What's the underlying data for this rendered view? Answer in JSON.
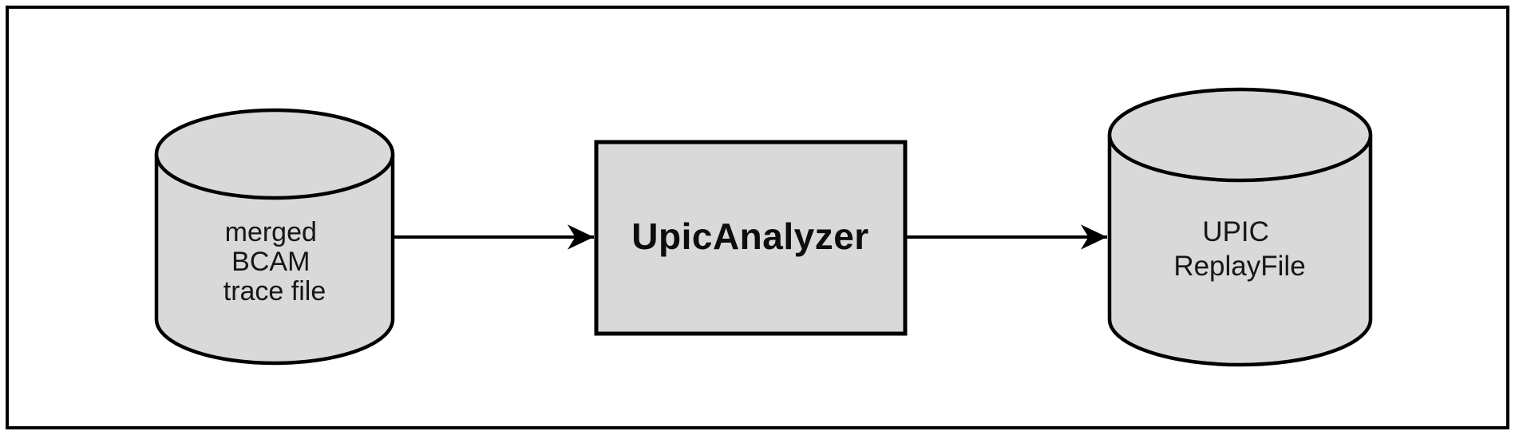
{
  "diagram": {
    "type": "flow-diagram",
    "background_color": "#ffffff",
    "frame_color": "#000000",
    "shape_fill_color": "#d9d9d9",
    "shape_stroke_color": "#000000",
    "text_color": "#161616",
    "nodes": {
      "input": {
        "shape": "cylinder",
        "lines": [
          "merged",
          "BCAM",
          "trace file"
        ]
      },
      "process": {
        "shape": "rectangle",
        "label": "UpicAnalyzer"
      },
      "output": {
        "shape": "cylinder",
        "lines": [
          "UPIC",
          "ReplayFile"
        ]
      }
    },
    "edges": [
      {
        "from": "input",
        "to": "process",
        "style": "solid-arrow"
      },
      {
        "from": "process",
        "to": "output",
        "style": "solid-arrow"
      }
    ]
  }
}
